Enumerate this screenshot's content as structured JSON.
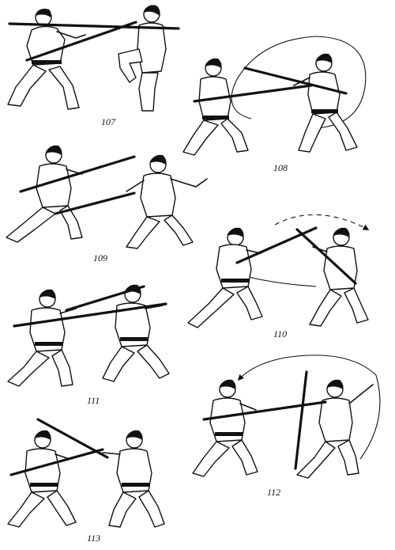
{
  "figures": [
    {
      "id": "107",
      "label": "107"
    },
    {
      "id": "108",
      "label": "108"
    },
    {
      "id": "109",
      "label": "109"
    },
    {
      "id": "110",
      "label": "110"
    },
    {
      "id": "111",
      "label": "111"
    },
    {
      "id": "112",
      "label": "112"
    },
    {
      "id": "113",
      "label": "113"
    }
  ],
  "colors": {
    "ink": "#111111",
    "paper": "#ffffff"
  }
}
